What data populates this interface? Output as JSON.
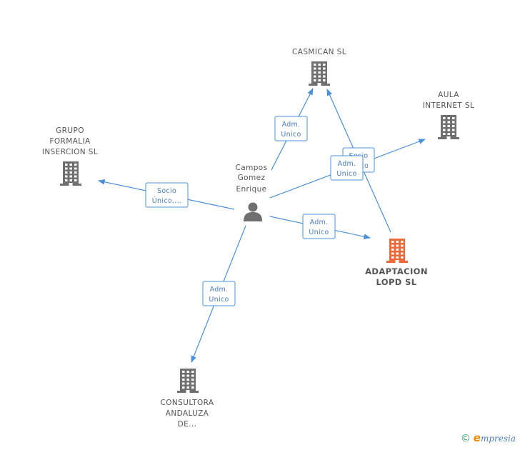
{
  "nodes": {
    "person": {
      "label": [
        "Campos",
        "Gomez",
        "Enrique"
      ],
      "icon": "person-icon"
    },
    "casmican": {
      "label": [
        "CASMICAN SL"
      ],
      "icon": "building-icon"
    },
    "aula": {
      "label": [
        "AULA",
        "INTERNET SL"
      ],
      "icon": "building-icon"
    },
    "grupo": {
      "label": [
        "GRUPO",
        "FORMALIA",
        "INSERCION  SL"
      ],
      "icon": "building-icon"
    },
    "adaptacion": {
      "label": [
        "ADAPTACION",
        "LOPD SL"
      ],
      "icon": "building-icon",
      "color": "#ee6a3a"
    },
    "consultora": {
      "label": [
        "CONSULTORA",
        "ANDALUZA",
        "DE..."
      ],
      "icon": "building-icon"
    }
  },
  "edges": {
    "to_casmican": [
      "Adm.",
      "Unico"
    ],
    "to_aula": [
      "Adm.",
      "Unico"
    ],
    "aula_socio": [
      "Socio",
      "Único"
    ],
    "to_grupo": [
      "Socio",
      "Único,..."
    ],
    "to_adaptacion": [
      "Adm.",
      "Unico"
    ],
    "to_consultora": [
      "Adm.",
      "Unico"
    ]
  },
  "colors": {
    "edge": "#4a90d9",
    "building": "#707070",
    "focus": "#ee6a3a"
  },
  "footer": {
    "copyright": "©",
    "brand_e": "e",
    "brand_rest": "mpresia"
  }
}
